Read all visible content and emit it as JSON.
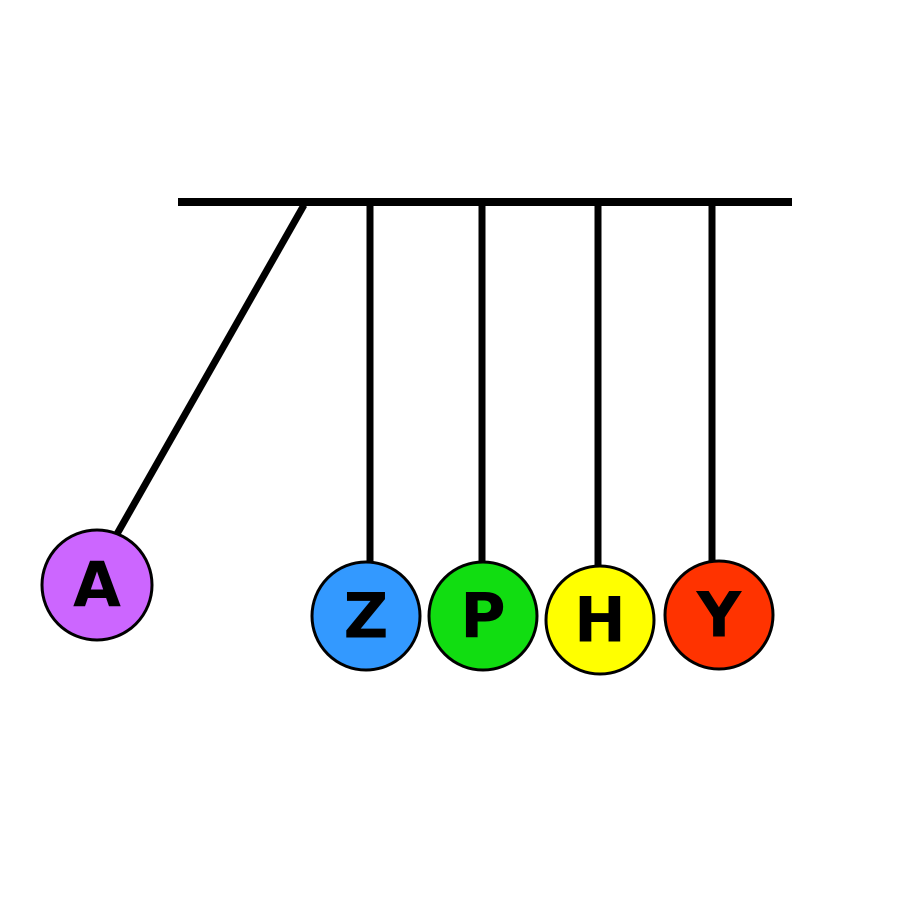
{
  "colors": {
    "background": "#ffffff",
    "line": "#000000"
  },
  "balls": [
    {
      "label": "A",
      "color": "#cc66ff",
      "swung": true
    },
    {
      "label": "Z",
      "color": "#3399ff",
      "swung": false
    },
    {
      "label": "P",
      "color": "#11dd11",
      "swung": false
    },
    {
      "label": "H",
      "color": "#ffff00",
      "swung": false
    },
    {
      "label": "Y",
      "color": "#ff3300",
      "swung": false
    }
  ]
}
